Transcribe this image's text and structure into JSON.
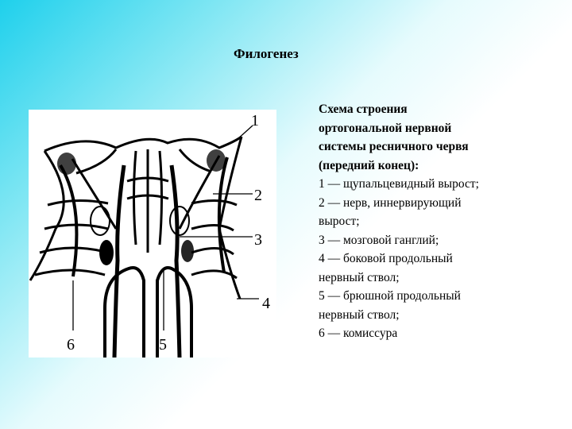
{
  "slide": {
    "title": "Филогенез"
  },
  "figure": {
    "labels": [
      "1",
      "2",
      "3",
      "4",
      "5",
      "6"
    ]
  },
  "description": {
    "heading_lines": [
      "Схема строения",
      "ортогональной нервной",
      "системы ресничного червя",
      "(передний конец):"
    ],
    "item_lines": [
      "1 — щупальцевидный вырост;",
      "2 — нерв, иннервирующий",
      "вырост;",
      "3 — мозговой ганглий;",
      "4 — боковой продольный",
      "нервный ствол;",
      "5 — брюшной продольный",
      "нервный ствол;",
      "6 — комиссура"
    ]
  }
}
